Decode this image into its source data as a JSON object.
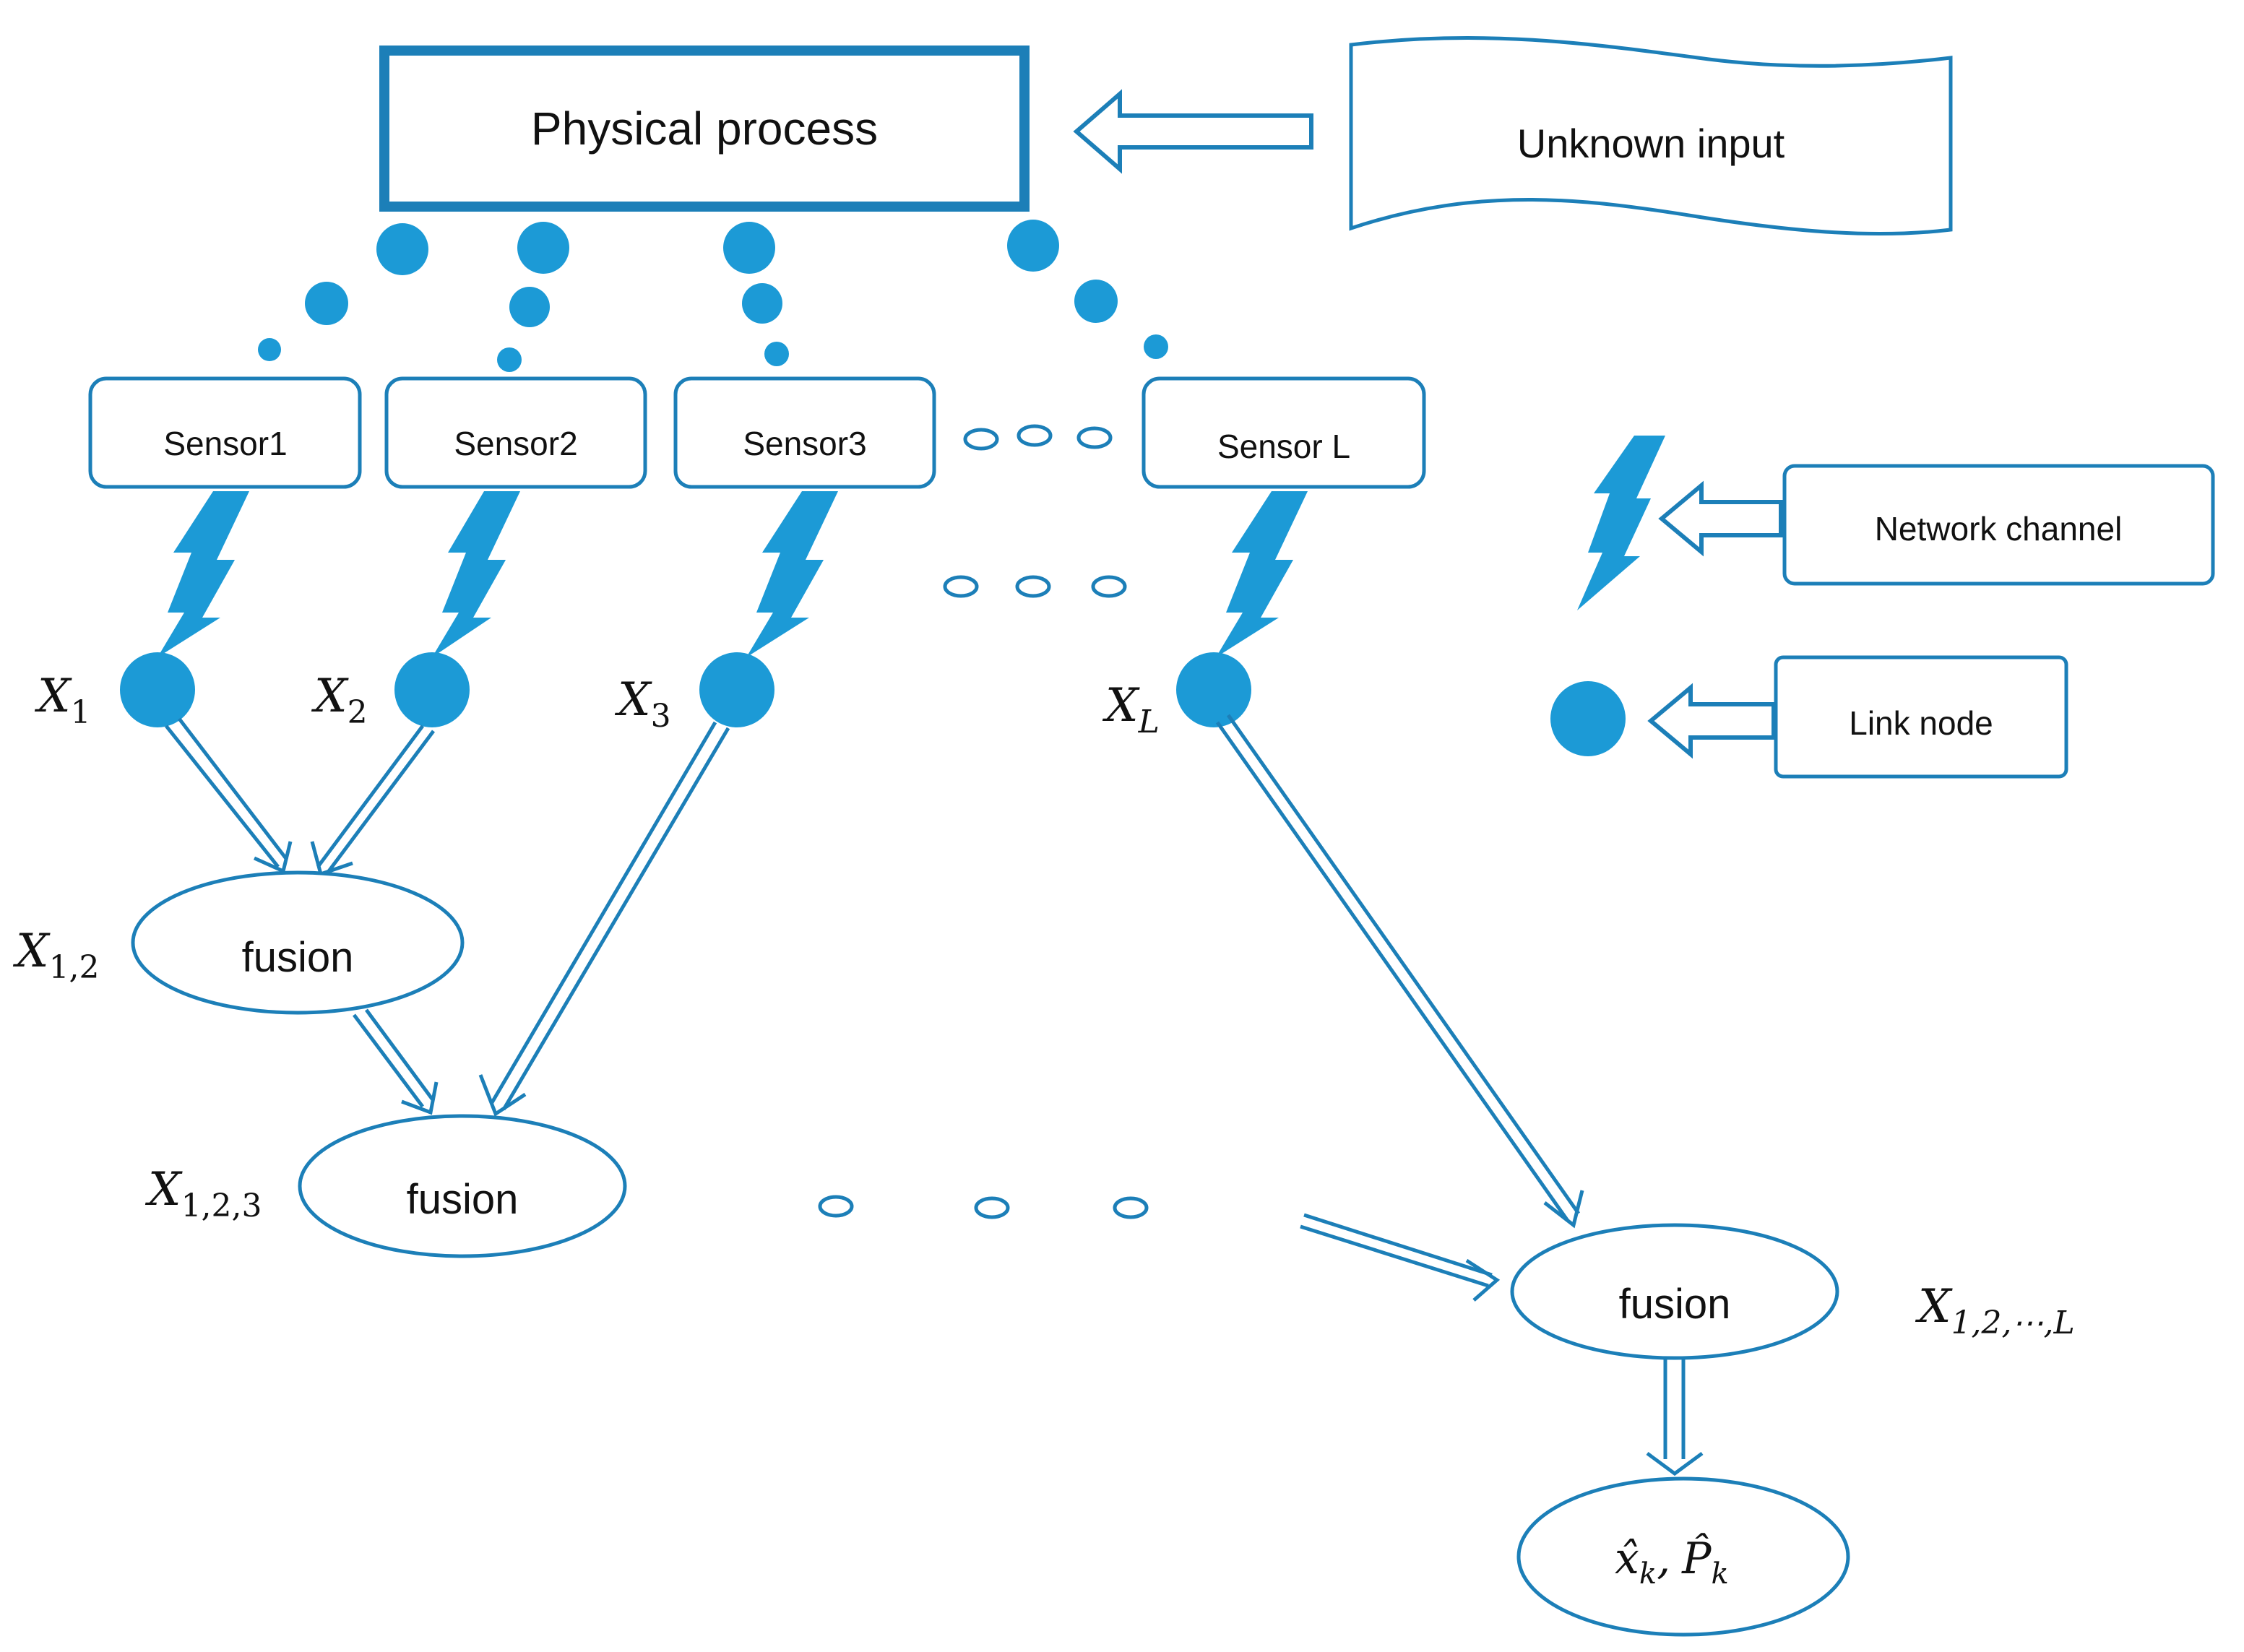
{
  "diagram": {
    "physical_process": "Physical process",
    "unknown_input": "Unknown input",
    "sensors": [
      "Sensor1",
      "Sensor2",
      "Sensor3",
      "Sensor L"
    ],
    "legend": {
      "network_channel": "Network channel",
      "link_node": "Link node"
    },
    "node_labels": {
      "x1": {
        "main": "X",
        "sub": "1"
      },
      "x2": {
        "main": "X",
        "sub": "2"
      },
      "x3": {
        "main": "X",
        "sub": "3"
      },
      "xl": {
        "main": "X",
        "sub": "L"
      },
      "x12": {
        "main": "X",
        "sub": "1,2"
      },
      "x123": {
        "main": "X",
        "sub": "1,2,3"
      },
      "x12L": {
        "main": "X",
        "sub": "1,2,⋯,L"
      }
    },
    "fusion_labels": [
      "fusion",
      "fusion",
      "fusion"
    ],
    "output": {
      "x_hat": "x̂",
      "x_sub": "k",
      "sep": ",",
      "p_hat": "P̂",
      "p_sub": "k"
    },
    "colors": {
      "primary": "#1c7fb8",
      "node_fill": "#1c9ad6",
      "text": "#111111"
    }
  }
}
